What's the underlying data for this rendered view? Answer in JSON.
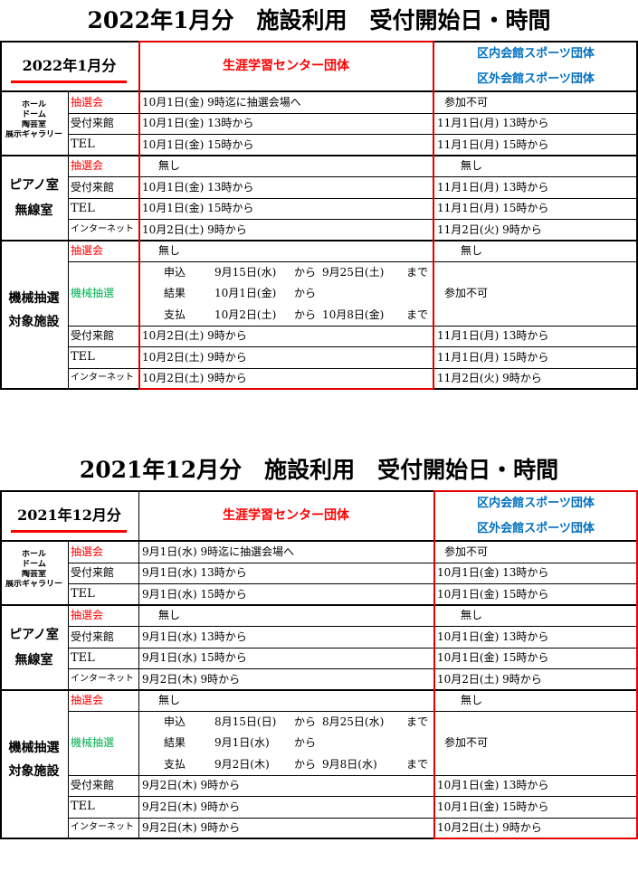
{
  "blocks": [
    {
      "title": "2022年1月分　施設利用　受付開始日・時間",
      "month_label": "2022年1月分",
      "header_center": "生涯学習センター団体",
      "header_right_1": "区内会館スポーツ団体",
      "header_right_2": "区外会館スポーツ団体",
      "g1_label_1": "ホール",
      "g1_label_2": "ドーム",
      "g1_label_3": "陶芸室",
      "g1_label_4": "展示ギャラリー",
      "g1_rows": [
        {
          "type": "抽選会",
          "center": "10月1日(金) 9時迄に抽選会場へ",
          "right": "参加不可"
        },
        {
          "type": "受付来館",
          "center": "10月1日(金) 13時から",
          "right": "11月1日(月) 13時から"
        },
        {
          "type": "TEL",
          "center": "10月1日(金) 15時から",
          "right": "11月1日(月) 15時から"
        }
      ],
      "g2_label_1": "ピアノ室",
      "g2_label_2": "無線室",
      "g2_rows": [
        {
          "type": "抽選会",
          "center": "無し",
          "right": "無し"
        },
        {
          "type": "受付来館",
          "center": "10月1日(金) 13時から",
          "right": "11月1日(月) 13時から"
        },
        {
          "type": "TEL",
          "center": "10月1日(金) 15時から",
          "right": "11月1日(月) 15時から"
        },
        {
          "type": "インターネット",
          "center": "10月2日(土) 9時から",
          "right": "11月2日(火) 9時から"
        }
      ],
      "g3_label_1": "機械抽選",
      "g3_label_2": "対象施設",
      "g3_lottery_type": "抽選会",
      "g3_lottery_center": "無し",
      "g3_lottery_right": "無し",
      "g3_machine_type": "機械抽選",
      "g3_machine_right": "参加不可",
      "g3_machine_rows": [
        {
          "label": "申込",
          "from": "9月15日(水)",
          "kara": "から",
          "to": "9月25日(土)",
          "made": "まで"
        },
        {
          "label": "結果",
          "from": "10月1日(金)",
          "kara": "から",
          "to": "",
          "made": ""
        },
        {
          "label": "支払",
          "from": "10月2日(土)",
          "kara": "から",
          "to": "10月8日(金)",
          "made": "まで"
        }
      ],
      "g3_rows": [
        {
          "type": "受付来館",
          "center": "10月2日(土) 9時から",
          "right": "11月1日(月) 13時から"
        },
        {
          "type": "TEL",
          "center": "10月2日(土) 9時から",
          "right": "11月1日(月) 15時から"
        },
        {
          "type": "インターネット",
          "center": "10月2日(土) 9時から",
          "right": "11月2日(火) 9時から"
        }
      ]
    },
    {
      "title": "2021年12月分　施設利用　受付開始日・時間",
      "month_label": "2021年12月分",
      "header_center": "生涯学習センター団体",
      "header_right_1": "区内会館スポーツ団体",
      "header_right_2": "区外会館スポーツ団体",
      "g1_label_1": "ホール",
      "g1_label_2": "ドーム",
      "g1_label_3": "陶芸室",
      "g1_label_4": "展示ギャラリー",
      "g1_rows": [
        {
          "type": "抽選会",
          "center": "9月1日(水) 9時迄に抽選会場へ",
          "right": "参加不可"
        },
        {
          "type": "受付来館",
          "center": "9月1日(水) 13時から",
          "right": "10月1日(金) 13時から"
        },
        {
          "type": "TEL",
          "center": "9月1日(水) 15時から",
          "right": "10月1日(金) 15時から"
        }
      ],
      "g2_label_1": "ピアノ室",
      "g2_label_2": "無線室",
      "g2_rows": [
        {
          "type": "抽選会",
          "center": "無し",
          "right": "無し"
        },
        {
          "type": "受付来館",
          "center": "9月1日(水) 13時から",
          "right": "10月1日(金) 13時から"
        },
        {
          "type": "TEL",
          "center": "9月1日(水) 15時から",
          "right": "10月1日(金) 15時から"
        },
        {
          "type": "インターネット",
          "center": "9月2日(木) 9時から",
          "right": "10月2日(土) 9時から"
        }
      ],
      "g3_label_1": "機械抽選",
      "g3_label_2": "対象施設",
      "g3_lottery_type": "抽選会",
      "g3_lottery_center": "無し",
      "g3_lottery_right": "無し",
      "g3_machine_type": "機械抽選",
      "g3_machine_right": "参加不可",
      "g3_machine_rows": [
        {
          "label": "申込",
          "from": "8月15日(日)",
          "kara": "から",
          "to": "8月25日(水)",
          "made": "まで"
        },
        {
          "label": "結果",
          "from": "9月1日(水)",
          "kara": "から",
          "to": "",
          "made": ""
        },
        {
          "label": "支払",
          "from": "9月2日(木)",
          "kara": "から",
          "to": "9月8日(水)",
          "made": "まで"
        }
      ],
      "g3_rows": [
        {
          "type": "受付来館",
          "center": "9月2日(木) 9時から",
          "right": "10月1日(金) 13時から"
        },
        {
          "type": "TEL",
          "center": "9月2日(木) 9時から",
          "right": "10月1日(金) 15時から"
        },
        {
          "type": "インターネット",
          "center": "9月2日(木) 9時から",
          "right": "10月2日(土) 9時から"
        }
      ]
    }
  ],
  "colors": {
    "red": "#ff0000",
    "green": "#00b050",
    "blue": "#0070c0",
    "box": "#e30000"
  }
}
